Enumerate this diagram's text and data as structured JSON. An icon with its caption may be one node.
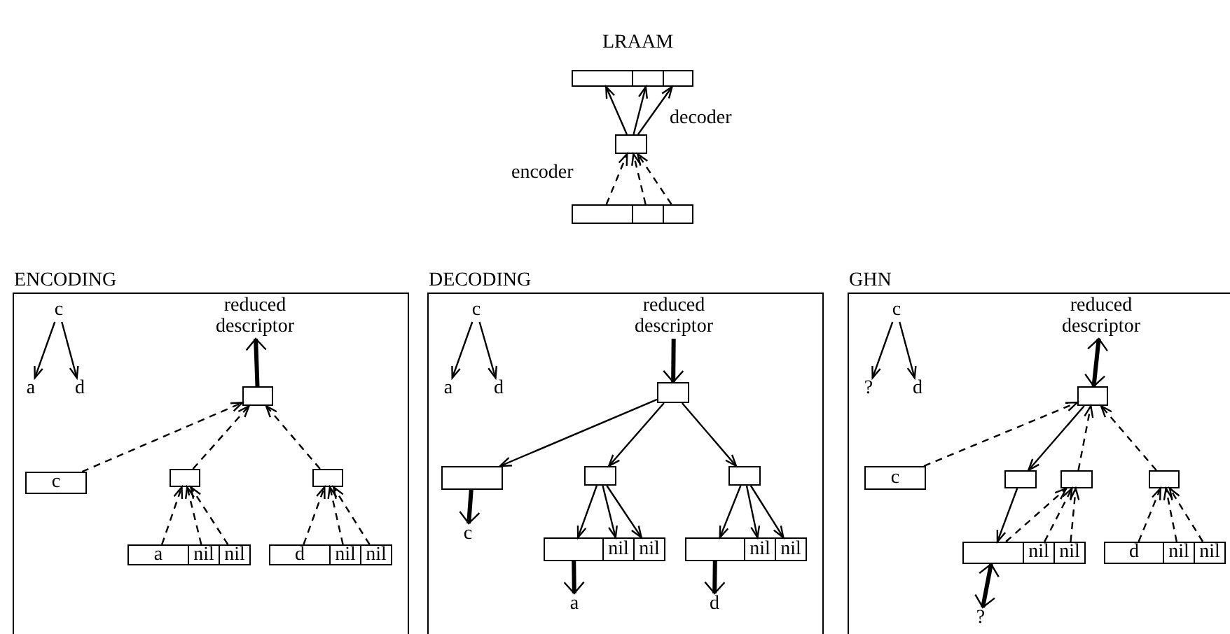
{
  "diagram": {
    "title": "LRAAM",
    "nodes": [
      {
        "text": [],
        "shape": "box"
      },
      {
        "text": [],
        "shape": "box"
      },
      {
        "text": [],
        "shape": "box"
      },
      {
        "text": [],
        "shape": "box"
      },
      {
        "text": [],
        "shape": "box"
      },
      {
        "text": [],
        "shape": "box"
      },
      {
        "text": [],
        "shape": "box"
      },
      {
        "text": [
          "ENCODING"
        ]
      },
      {
        "text": [
          "c"
        ],
        "in": 7
      },
      {
        "text": [
          "a"
        ],
        "in": 7
      },
      {
        "text": [
          "d"
        ],
        "in": 7
      },
      {
        "text": [
          "reduced descriptor"
        ],
        "in": 7
      },
      {
        "text": [],
        "shape": "box",
        "in": 7
      },
      {
        "text": [
          "c"
        ],
        "in": 7
      },
      {
        "text": [],
        "shape": "box",
        "in": 7
      },
      {
        "text": [],
        "shape": "box",
        "in": 7
      },
      {
        "text": [
          "a"
        ],
        "in": 7
      },
      {
        "text": [
          "nil"
        ],
        "in": 7
      },
      {
        "text": [
          "nil"
        ],
        "in": 7
      },
      {
        "text": [
          "d"
        ],
        "in": 7
      },
      {
        "text": [
          "nil"
        ],
        "in": 7
      },
      {
        "text": [
          "nil"
        ],
        "in": 7
      },
      {
        "text": [
          "DECODING"
        ]
      },
      {
        "text": [
          "c"
        ],
        "in": 22
      },
      {
        "text": [
          "a"
        ],
        "in": 22
      },
      {
        "text": [
          "d"
        ],
        "in": 22
      },
      {
        "text": [
          "reduced descriptor"
        ],
        "in": 22
      },
      {
        "text": [],
        "shape": "box",
        "in": 22
      },
      {
        "text": [],
        "shape": "box",
        "in": 22
      },
      {
        "text": [],
        "shape": "box",
        "in": 22
      },
      {
        "text": [],
        "shape": "box",
        "in": 22
      },
      {
        "text": [],
        "shape": "box",
        "in": 22
      },
      {
        "text": [
          "nil"
        ],
        "in": 22
      },
      {
        "text": [
          "nil"
        ],
        "in": 22
      },
      {
        "text": [],
        "shape": "box",
        "in": 22
      },
      {
        "text": [
          "nil"
        ],
        "in": 22
      },
      {
        "text": [
          "nil"
        ],
        "in": 22
      },
      {
        "text": [
          "c"
        ],
        "in": 22
      },
      {
        "text": [
          "a"
        ],
        "in": 22
      },
      {
        "text": [
          "d"
        ],
        "in": 22
      },
      {
        "text": [
          "GHN"
        ]
      },
      {
        "text": [
          "c"
        ],
        "in": 40
      },
      {
        "text": [
          "?"
        ],
        "in": 40
      },
      {
        "text": [
          "d"
        ],
        "in": 40
      },
      {
        "text": [
          "reduced descriptor"
        ],
        "in": 40
      },
      {
        "text": [],
        "shape": "box",
        "in": 40
      },
      {
        "text": [
          "c"
        ],
        "in": 40
      },
      {
        "text": [],
        "shape": "box",
        "in": 40
      },
      {
        "text": [],
        "shape": "box",
        "in": 40
      },
      {
        "text": [],
        "shape": "box",
        "in": 40
      },
      {
        "text": [],
        "shape": "box",
        "in": 40
      },
      {
        "text": [
          "nil"
        ],
        "in": 40
      },
      {
        "text": [
          "nil"
        ],
        "in": 40
      },
      {
        "text": [
          "d"
        ],
        "in": 40
      },
      {
        "text": [
          "nil"
        ],
        "in": 40
      },
      {
        "text": [
          "nil"
        ],
        "in": 40
      },
      {
        "text": [
          "?"
        ],
        "in": 40
      }
    ],
    "edges": [
      {
        "from": 3,
        "to": 0,
        "arrow": "to"
      },
      {
        "from": 3,
        "to": 1,
        "arrow": "to"
      },
      {
        "from": 3,
        "to": 2,
        "arrow": "to"
      },
      {
        "from": 4,
        "to": 3,
        "arrow": "to",
        "style": "dashed"
      },
      {
        "from": 5,
        "to": 3,
        "arrow": "to",
        "style": "dashed"
      },
      {
        "from": 6,
        "to": 3,
        "arrow": "to",
        "style": "dashed"
      },
      {
        "from": 8,
        "to": 9,
        "arrow": "to"
      },
      {
        "from": 8,
        "to": 10,
        "arrow": "to"
      },
      {
        "from": 12,
        "to": 11,
        "arrow": "to",
        "style": "thick"
      },
      {
        "from": 13,
        "to": 12,
        "arrow": "to",
        "style": "dashed"
      },
      {
        "from": 14,
        "to": 12,
        "arrow": "to",
        "style": "dashed"
      },
      {
        "from": 15,
        "to": 12,
        "arrow": "to",
        "style": "dashed"
      },
      {
        "from": 16,
        "to": 14,
        "arrow": "to",
        "style": "dashed"
      },
      {
        "from": 17,
        "to": 14,
        "arrow": "to",
        "style": "dashed"
      },
      {
        "from": 18,
        "to": 14,
        "arrow": "to",
        "style": "dashed"
      },
      {
        "from": 19,
        "to": 15,
        "arrow": "to",
        "style": "dashed"
      },
      {
        "from": 20,
        "to": 15,
        "arrow": "to",
        "style": "dashed"
      },
      {
        "from": 21,
        "to": 15,
        "arrow": "to",
        "style": "dashed"
      },
      {
        "from": 23,
        "to": 24,
        "arrow": "to"
      },
      {
        "from": 23,
        "to": 25,
        "arrow": "to"
      },
      {
        "from": 26,
        "to": 27,
        "arrow": "to",
        "style": "thick"
      },
      {
        "from": 27,
        "to": 28,
        "arrow": "to"
      },
      {
        "from": 27,
        "to": 29,
        "arrow": "to"
      },
      {
        "from": 27,
        "to": 30,
        "arrow": "to"
      },
      {
        "from": 29,
        "to": 31,
        "arrow": "to"
      },
      {
        "from": 29,
        "to": 32,
        "arrow": "to"
      },
      {
        "from": 29,
        "to": 33,
        "arrow": "to"
      },
      {
        "from": 30,
        "to": 34,
        "arrow": "to"
      },
      {
        "from": 30,
        "to": 35,
        "arrow": "to"
      },
      {
        "from": 30,
        "to": 36,
        "arrow": "to"
      },
      {
        "from": 28,
        "to": 37,
        "arrow": "to",
        "style": "thick"
      },
      {
        "from": 31,
        "to": 38,
        "arrow": "to",
        "style": "thick"
      },
      {
        "from": 34,
        "to": 39,
        "arrow": "to",
        "style": "thick"
      },
      {
        "from": 41,
        "to": 42,
        "arrow": "to"
      },
      {
        "from": 41,
        "to": 43,
        "arrow": "to"
      },
      {
        "from": 44,
        "to": 45,
        "arrow": "both",
        "style": "thick"
      },
      {
        "from": 46,
        "to": 45,
        "arrow": "to",
        "style": "dashed"
      },
      {
        "from": 45,
        "to": 47,
        "arrow": "to"
      },
      {
        "from": 48,
        "to": 45,
        "arrow": "to",
        "style": "dashed"
      },
      {
        "from": 49,
        "to": 45,
        "arrow": "to",
        "style": "dashed"
      },
      {
        "from": 47,
        "to": 50,
        "arrow": "to"
      },
      {
        "from": 50,
        "to": 48,
        "arrow": "to",
        "style": "dashed"
      },
      {
        "from": 51,
        "to": 48,
        "arrow": "to",
        "style": "dashed"
      },
      {
        "from": 52,
        "to": 48,
        "arrow": "to",
        "style": "dashed"
      },
      {
        "from": 53,
        "to": 49,
        "arrow": "to",
        "style": "dashed"
      },
      {
        "from": 54,
        "to": 49,
        "arrow": "to",
        "style": "dashed"
      },
      {
        "from": 55,
        "to": 49,
        "arrow": "to",
        "style": "dashed"
      },
      {
        "from": 50,
        "to": 56,
        "arrow": "both",
        "style": "thick"
      }
    ],
    "labels": [
      "decoder",
      "encoder"
    ]
  }
}
